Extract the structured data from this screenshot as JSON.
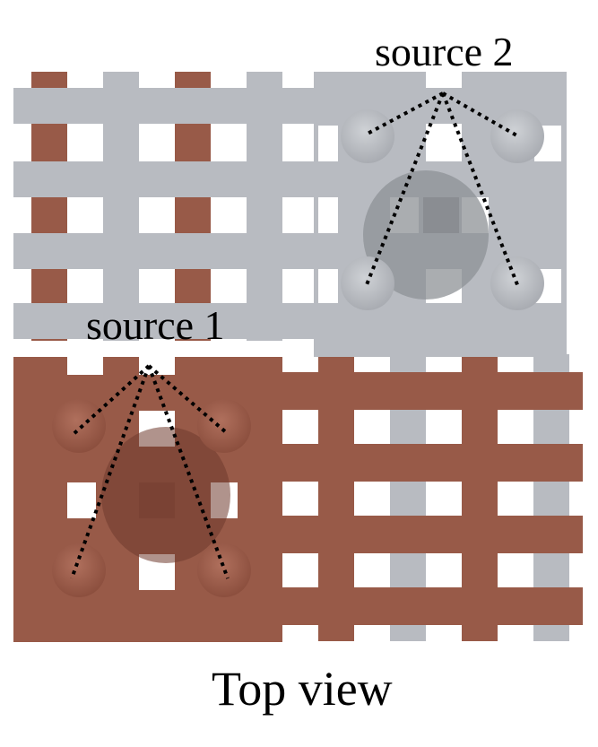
{
  "labels": {
    "source1": "source 1",
    "source2": "source 2",
    "caption": "Top view"
  },
  "colors": {
    "copper": "#985a48",
    "copper_dark": "#7e4536",
    "copper_light": "#ad6d5a",
    "steel": "#b8bbc1",
    "steel_dark": "#9a9da3",
    "steel_light": "#c9ccd1",
    "leader": "#000000"
  }
}
